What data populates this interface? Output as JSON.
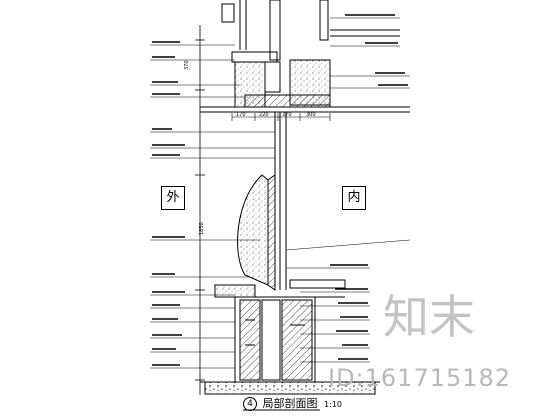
{
  "labels": {
    "outside": "外",
    "inside": "内"
  },
  "caption": {
    "number": "4",
    "title": "局部剖面图",
    "scale": "1:10"
  },
  "watermark": {
    "logo_text": "知末",
    "id": "ID:161715182"
  },
  "dimensions_top": [
    "170",
    "220",
    "370",
    "300"
  ],
  "side_dims_left": [
    "370",
    "1850"
  ],
  "colors": {
    "line": "#000000",
    "hatch": "#333333",
    "watermark": "#b8b8b8"
  }
}
